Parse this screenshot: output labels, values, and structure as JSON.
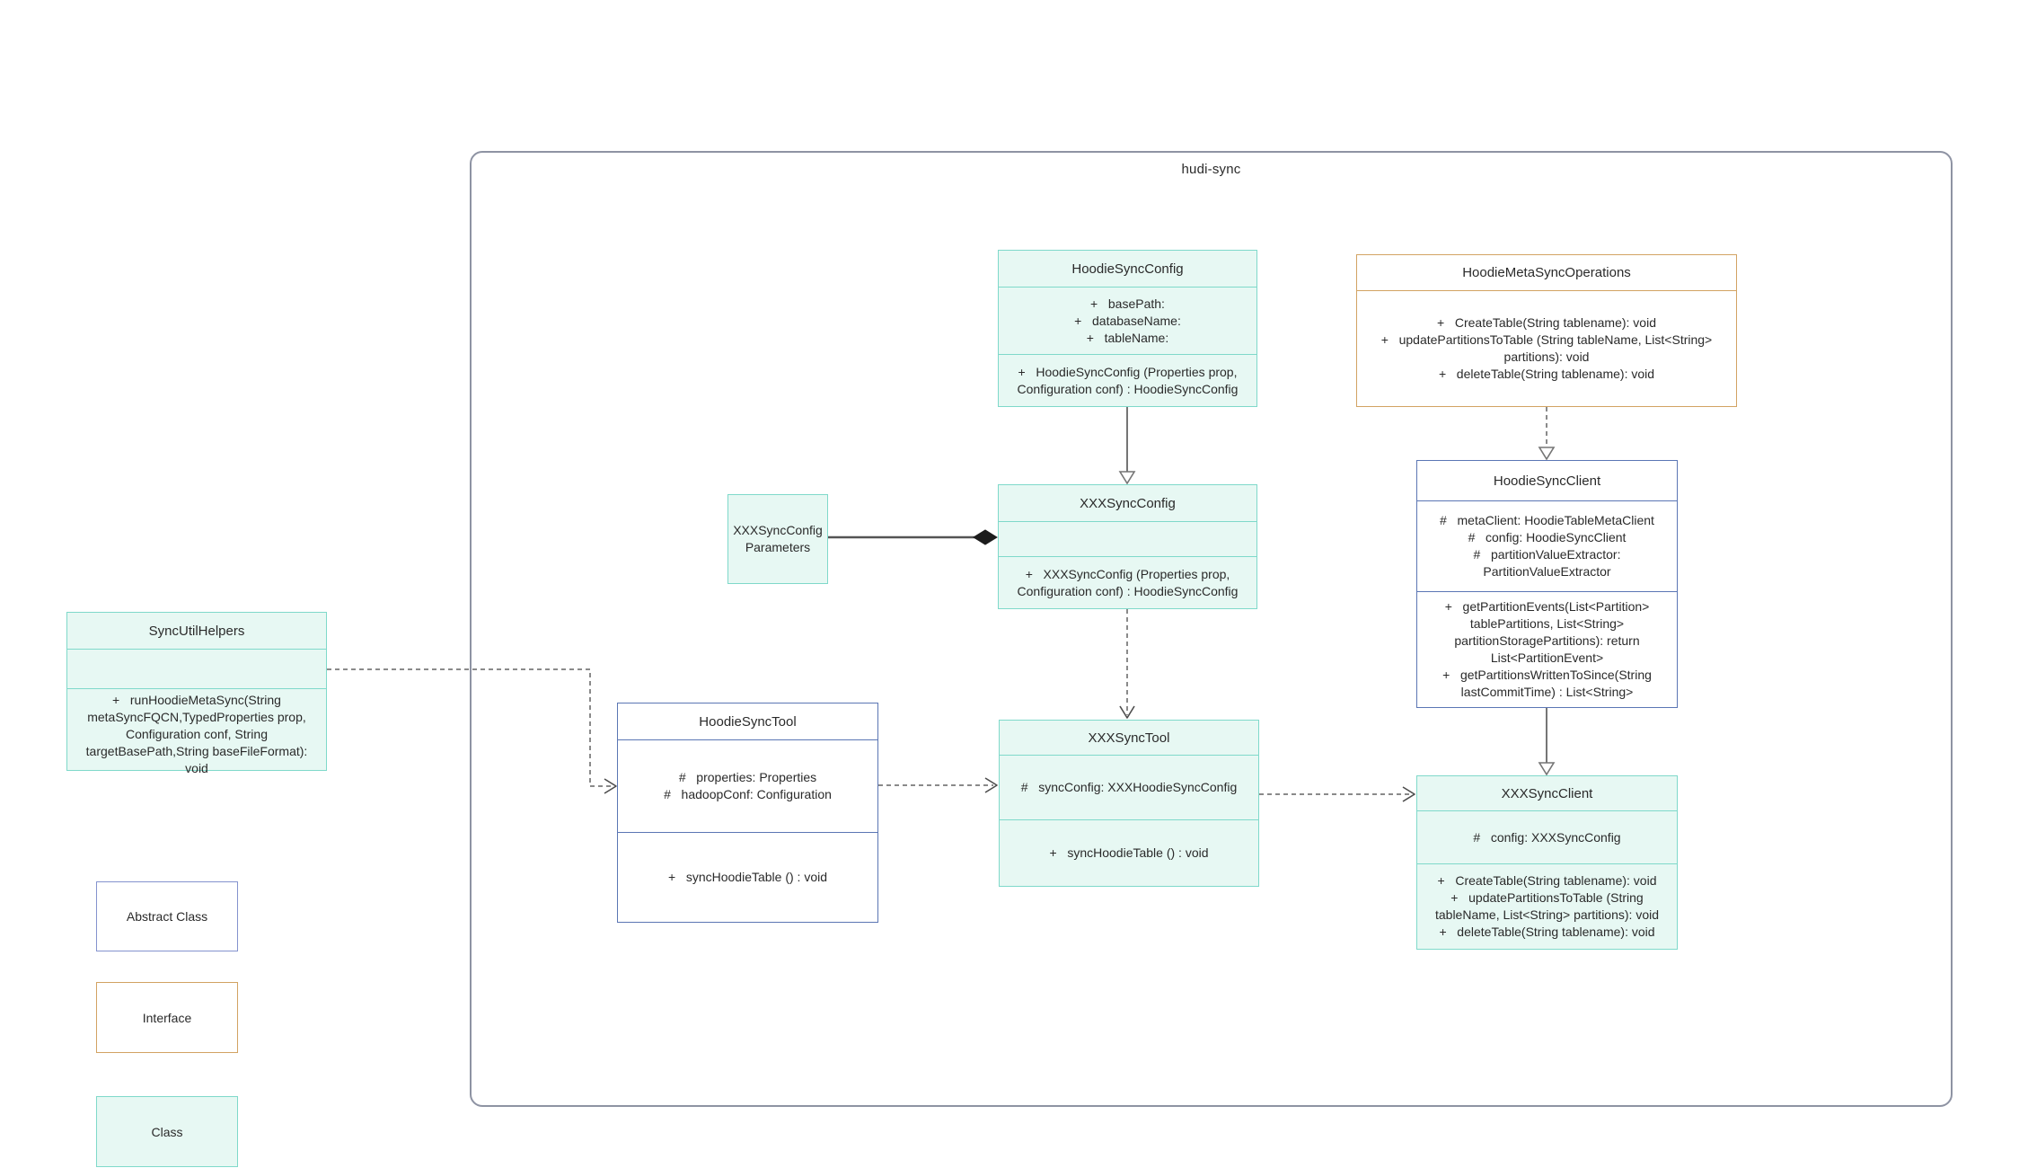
{
  "container": {
    "label": "hudi-sync"
  },
  "classes": {
    "hoodieSyncConfig": {
      "name": "HoodieSyncConfig",
      "kind": "class",
      "attributes": [
        "+   basePath:",
        "+   databaseName:",
        "+   tableName:"
      ],
      "methods": [
        "+   HoodieSyncConfig (Properties prop, Configuration conf) : HoodieSyncConfig"
      ]
    },
    "hoodieMetaSyncOperations": {
      "name": "HoodieMetaSyncOperations",
      "kind": "interface",
      "attributes": [],
      "methods": [
        "+   CreateTable(String tablename): void",
        "+   updatePartitionsToTable (String tableName, List<String> partitions): void",
        "+   deleteTable(String tablename): void"
      ]
    },
    "xxxSyncConfigParameters": {
      "name": "XXXSyncConfigParameters",
      "kind": "class",
      "attributes": [],
      "methods": []
    },
    "xxxSyncConfig": {
      "name": "XXXSyncConfig",
      "kind": "class",
      "attributes": [],
      "methods": [
        "+   XXXSyncConfig (Properties prop, Configuration conf) : HoodieSyncConfig"
      ]
    },
    "syncUtilHelpers": {
      "name": "SyncUtilHelpers",
      "kind": "class",
      "attributes": [],
      "methods": [
        "+   runHoodieMetaSync(String metaSyncFQCN,TypedProperties prop, Configuration conf, String targetBasePath,String baseFileFormat): void"
      ]
    },
    "hoodieSyncTool": {
      "name": "HoodieSyncTool",
      "kind": "abstract",
      "attributes": [
        "#   properties: Properties",
        "#   hadoopConf: Configuration"
      ],
      "methods": [
        "+   syncHoodieTable () : void"
      ]
    },
    "xxxSyncTool": {
      "name": "XXXSyncTool",
      "kind": "class",
      "attributes": [
        "#   syncConfig: XXXHoodieSyncConfig"
      ],
      "methods": [
        "+   syncHoodieTable () : void"
      ]
    },
    "hoodieSyncClient": {
      "name": "HoodieSyncClient",
      "kind": "abstract",
      "attributes": [
        "#   metaClient: HoodieTableMetaClient",
        "#   config: HoodieSyncClient",
        "#   partitionValueExtractor: PartitionValueExtractor"
      ],
      "methods": [
        "+   getPartitionEvents(List<Partition> tablePartitions, List<String> partitionStoragePartitions): return List<PartitionEvent>",
        "+   getPartitionsWrittenToSince(String lastCommitTime) : List<String>"
      ]
    },
    "xxxSyncClient": {
      "name": "XXXSyncClient",
      "kind": "class",
      "attributes": [
        "#   config: XXXSyncConfig"
      ],
      "methods": [
        "+   CreateTable(String tablename): void",
        "+   updatePartitionsToTable (String tableName, List<String> partitions): void",
        "+   deleteTable(String tablename): void"
      ]
    }
  },
  "legend": {
    "abstract": "Abstract Class",
    "interface": "Interface",
    "class": "Class"
  },
  "colors": {
    "class_fill": "#e7f8f3",
    "class_border": "#7fd9ca",
    "abstract_border": "#5b76b4",
    "abstract_border_legend": "#8493ce",
    "interface_border": "#d2a363",
    "container_border": "#8e93a3",
    "connector": "#757575",
    "connector_dash": "#8a8a8a",
    "text": "#2a2a2a"
  }
}
